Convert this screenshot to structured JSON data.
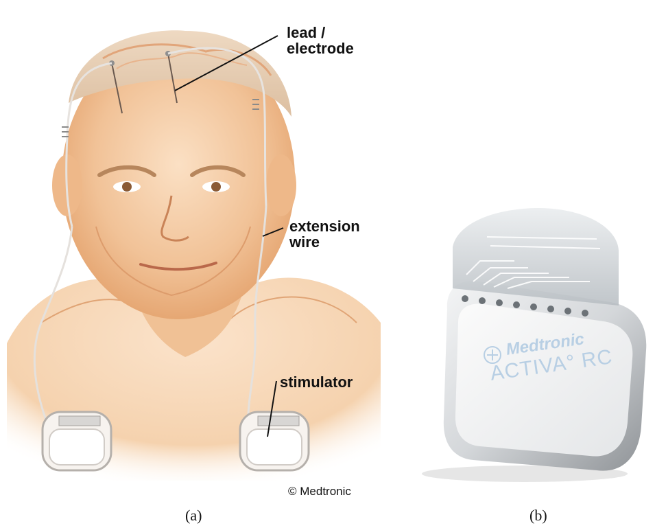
{
  "panel_a": {
    "labels": {
      "lead": "lead /\nelectrode",
      "extension": "extension\nwire",
      "stimulator": "stimulator"
    },
    "copyright": "© Medtronic",
    "caption": "(a)"
  },
  "panel_b": {
    "brand": "Medtronic",
    "model": "ACTIVA° RC",
    "caption": "(b)"
  },
  "colors": {
    "skin": "#f3c9a0",
    "skin_shadow": "#d98f5a",
    "device_metal": "#c9ccd0",
    "brand_tint": "#b8cfe4"
  }
}
